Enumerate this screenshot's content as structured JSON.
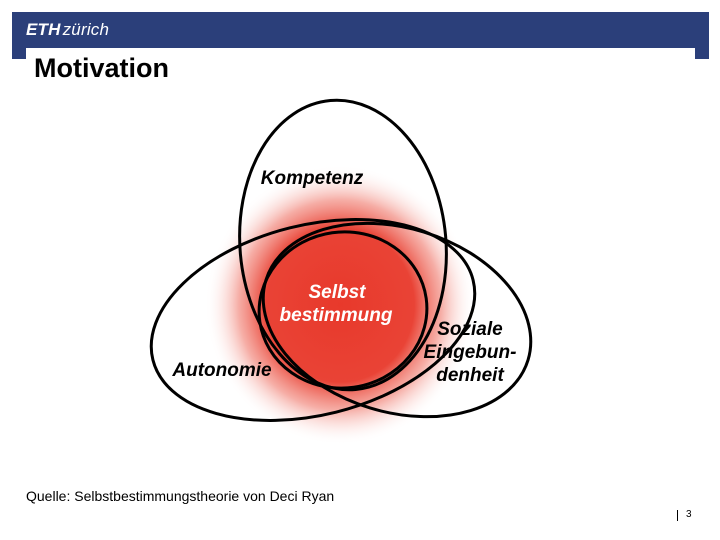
{
  "header": {
    "logo_eth": "ETH",
    "logo_zurich": "zürich",
    "brand_color": "#2b3f7a"
  },
  "slide": {
    "title": "Motivation",
    "source": "Quelle: Selbstbestimmungstheorie von Deci Ryan",
    "page_number": "3"
  },
  "diagram": {
    "accent_color": "#e8392b",
    "labels": {
      "kompetenz": "Kompetenz",
      "autonomie": "Autonomie",
      "soziale_line1": "Soziale",
      "soziale_line2": "Eingebun-",
      "soziale_line3": "denheit",
      "center_line1": "Selbst",
      "center_line2": "bestimmung"
    }
  }
}
